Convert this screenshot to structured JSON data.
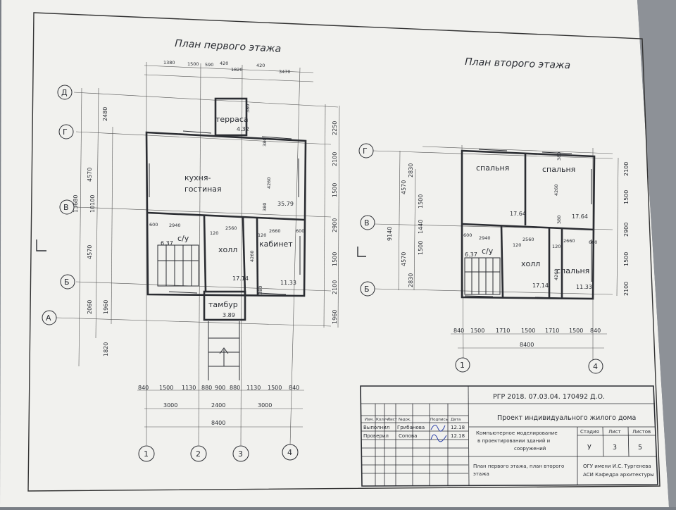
{
  "plan1": {
    "title": "План первого этажа",
    "rooms": {
      "terrace": "терраса",
      "terrace_area": "4.32",
      "kitchen_1": "кухня-",
      "kitchen_2": "гостиная",
      "kitchen_area": "35.79",
      "bath": "с/у",
      "bath_area": "6.37",
      "hall": "холл",
      "hall_area": "17.14",
      "cabinet": "кабинет",
      "cabinet_area": "11.33",
      "tambur": "тамбур",
      "tambur_area": "3.89"
    },
    "top_dims": [
      "1380",
      "1500",
      "590",
      "420",
      "1820",
      "420",
      "3470"
    ],
    "left_outer_dim": "13680",
    "left_mid_dim": "10100",
    "left_dims": [
      "2480",
      "4570",
      "4570",
      "2060",
      "1960",
      "1820"
    ],
    "right_dims": [
      "2250",
      "2100",
      "1500",
      "2900",
      "1500",
      "2100",
      "1960"
    ],
    "inner_dims": {
      "d600a": "600",
      "d2940": "2940",
      "d120a": "120",
      "d2560": "2560",
      "d2660": "2660",
      "d600b": "600",
      "d120b": "120",
      "d4260a": "4260",
      "d4260b": "4260",
      "d380a": "380",
      "d380b": "380",
      "d380c": "380",
      "d380d": "380"
    },
    "bottom_dims_1": [
      "840",
      "1500",
      "1130",
      "880",
      "900",
      "880",
      "1130",
      "1500",
      "840"
    ],
    "bottom_dims_2": [
      "3000",
      "2400",
      "3000"
    ],
    "bottom_total": "8400",
    "row_axes": [
      "Д",
      "Г",
      "В",
      "Б",
      "А"
    ],
    "col_axes": [
      "1",
      "2",
      "3",
      "4"
    ]
  },
  "plan2": {
    "title": "План второго этажа",
    "rooms": {
      "bed1": "спальня",
      "bed2": "спальня",
      "bed3": "спальня",
      "bed1_area": "17.64",
      "bed2_area": "17.64",
      "bath": "с/у",
      "bath_area": "6.37",
      "hall": "холл",
      "hall_area": "17.14",
      "bed3_area": "11.33"
    },
    "left_outer_dim": "9140",
    "left_dims": [
      "2830",
      "4570",
      "1500",
      "1440",
      "1500",
      "4570",
      "2830"
    ],
    "right_dims": [
      "2100",
      "1500",
      "2900",
      "1500",
      "2100"
    ],
    "inner_dims": {
      "d600a": "600",
      "d2940": "2940",
      "d120a": "120",
      "d2560": "2560",
      "d120b": "120",
      "d2660": "2660",
      "d600b": "600",
      "d4260a": "4260",
      "d4260b": "4260",
      "d380a": "380",
      "d380b": "380"
    },
    "bottom_dims": [
      "840",
      "1500",
      "1710",
      "1500",
      "1710",
      "1500",
      "840"
    ],
    "bottom_total": "8400",
    "row_axes": [
      "Г",
      "В",
      "Б"
    ],
    "col_axes": [
      "1",
      "4"
    ]
  },
  "stamp": {
    "code": "РГР 2018. 07.03.04. 170492 Д.О.",
    "project": "Проект индивидуального жилого дома",
    "headers": [
      "Изм.",
      "Колуч.",
      "Лист",
      "№док.",
      "Подпись",
      "Дата"
    ],
    "row1_role": "Выполнил",
    "row1_name": "Грибанова",
    "row1_date": "12.18",
    "row2_role": "Проверил",
    "row2_name": "Сопова",
    "row2_date": "12.18",
    "subject_1": "Компьютерное моделирование",
    "subject_2": "в проектировании зданий и",
    "subject_3": "сооружений",
    "stage_label": "Стадия",
    "sheet_label": "Лист",
    "sheets_label": "Листов",
    "stage": "У",
    "sheet": "3",
    "sheets": "5",
    "sheet_title_1": "План первого этажа, план второго",
    "sheet_title_2": "этажа",
    "org_1": "ОГУ имени И.С. Тургенева",
    "org_2": "АСИ Кафедра архитектуры"
  }
}
